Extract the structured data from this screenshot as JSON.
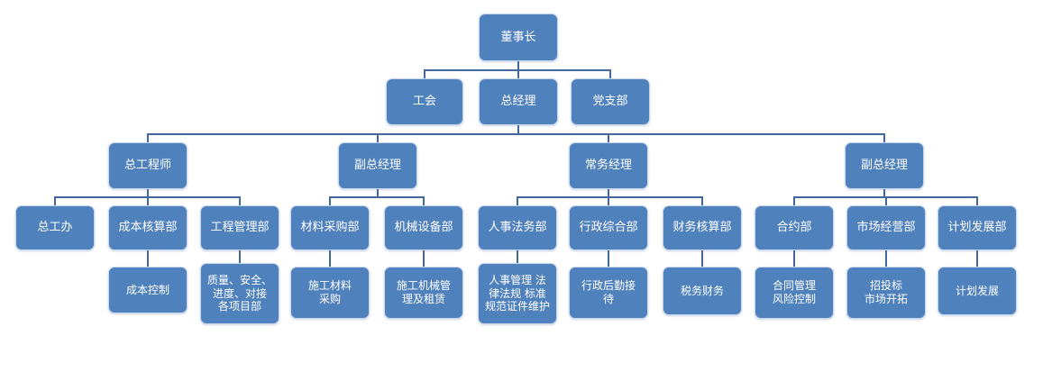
{
  "diagram": {
    "type": "org-chart",
    "colors": {
      "node_fill": "#4F81BD",
      "node_border": "#c9d8ec",
      "connector": "#44689D",
      "text": "#ffffff",
      "background": "#ffffff"
    },
    "nodes": [
      {
        "id": "chairman",
        "label": "董事长",
        "level": 1
      },
      {
        "id": "union",
        "label": "工会",
        "level": 2
      },
      {
        "id": "gm",
        "label": "总经理",
        "level": 2
      },
      {
        "id": "party",
        "label": "党支部",
        "level": 2
      },
      {
        "id": "chief-engineer",
        "label": "总工程师",
        "level": 3
      },
      {
        "id": "deputy-gm-1",
        "label": "副总经理",
        "level": 3
      },
      {
        "id": "exec-manager",
        "label": "常务经理",
        "level": 3
      },
      {
        "id": "deputy-gm-2",
        "label": "副总经理",
        "level": 3
      },
      {
        "id": "chief-office",
        "label": "总工办",
        "level": 4
      },
      {
        "id": "cost-accounting",
        "label": "成本核算部",
        "level": 4
      },
      {
        "id": "eng-mgmt",
        "label": "工程管理部",
        "level": 4
      },
      {
        "id": "material-procurement",
        "label": "材料采购部",
        "level": 4
      },
      {
        "id": "machinery-equipment",
        "label": "机械设备部",
        "level": 4
      },
      {
        "id": "hr-legal",
        "label": "人事法务部",
        "level": 4
      },
      {
        "id": "admin-comprehensive",
        "label": "行政综合部",
        "level": 4
      },
      {
        "id": "finance-accounting",
        "label": "财务核算部",
        "level": 4
      },
      {
        "id": "contract",
        "label": "合约部",
        "level": 4
      },
      {
        "id": "market-operation",
        "label": "市场经营部",
        "level": 4
      },
      {
        "id": "planning-development",
        "label": "计划发展部",
        "level": 4
      },
      {
        "id": "cost-control",
        "label": "成本控制",
        "level": 5
      },
      {
        "id": "quality-safety",
        "label": "质量、安全、\n进度、对接\n各项目部",
        "level": 5
      },
      {
        "id": "construction-material",
        "label": "施工材料\n采购",
        "level": 5
      },
      {
        "id": "machinery-mgmt",
        "label": "施工机械管\n理及租赁",
        "level": 5
      },
      {
        "id": "hr-mgmt",
        "label": "人事管理 法\n律法规 标准\n规范证件维护",
        "level": 5
      },
      {
        "id": "admin-logistics",
        "label": "行政后勤接\n待",
        "level": 5
      },
      {
        "id": "tax-finance",
        "label": "税务财务",
        "level": 5
      },
      {
        "id": "contract-risk",
        "label": "合同管理\n风险控制",
        "level": 5
      },
      {
        "id": "bidding-market",
        "label": "招投标\n市场开拓",
        "level": 5
      },
      {
        "id": "plan-dev",
        "label": "计划发展",
        "level": 5
      }
    ],
    "edges": [
      {
        "parent": "chairman",
        "children": [
          "union",
          "gm",
          "party"
        ]
      },
      {
        "parent": "gm",
        "children": [
          "chief-engineer",
          "deputy-gm-1",
          "exec-manager",
          "deputy-gm-2"
        ]
      },
      {
        "parent": "chief-engineer",
        "children": [
          "chief-office",
          "cost-accounting",
          "eng-mgmt"
        ]
      },
      {
        "parent": "deputy-gm-1",
        "children": [
          "material-procurement",
          "machinery-equipment"
        ]
      },
      {
        "parent": "exec-manager",
        "children": [
          "hr-legal",
          "admin-comprehensive",
          "finance-accounting"
        ]
      },
      {
        "parent": "deputy-gm-2",
        "children": [
          "contract",
          "market-operation",
          "planning-development"
        ]
      },
      {
        "parent": "cost-accounting",
        "children": [
          "cost-control"
        ]
      },
      {
        "parent": "eng-mgmt",
        "children": [
          "quality-safety"
        ]
      },
      {
        "parent": "material-procurement",
        "children": [
          "construction-material"
        ]
      },
      {
        "parent": "machinery-equipment",
        "children": [
          "machinery-mgmt"
        ]
      },
      {
        "parent": "hr-legal",
        "children": [
          "hr-mgmt"
        ]
      },
      {
        "parent": "admin-comprehensive",
        "children": [
          "admin-logistics"
        ]
      },
      {
        "parent": "finance-accounting",
        "children": [
          "tax-finance"
        ]
      },
      {
        "parent": "contract",
        "children": [
          "contract-risk"
        ]
      },
      {
        "parent": "market-operation",
        "children": [
          "bidding-market"
        ]
      },
      {
        "parent": "planning-development",
        "children": [
          "plan-dev"
        ]
      }
    ]
  }
}
